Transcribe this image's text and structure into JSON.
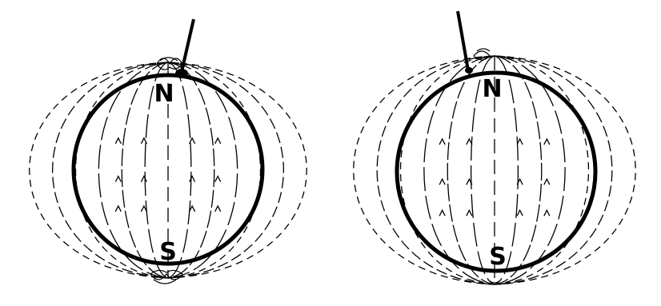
{
  "colors": {
    "ink": "#000000",
    "paper": "#ffffff"
  },
  "icons": [
    "magnetized-sphere-left",
    "magnetized-sphere-right",
    "magnetic-needle",
    "field-line-arrow"
  ],
  "spheres": [
    {
      "id": "left",
      "north_label": "N",
      "south_label": "S",
      "arrow_direction": "up"
    },
    {
      "id": "right",
      "north_label": "N",
      "south_label": "S",
      "arrow_direction": "up"
    }
  ]
}
